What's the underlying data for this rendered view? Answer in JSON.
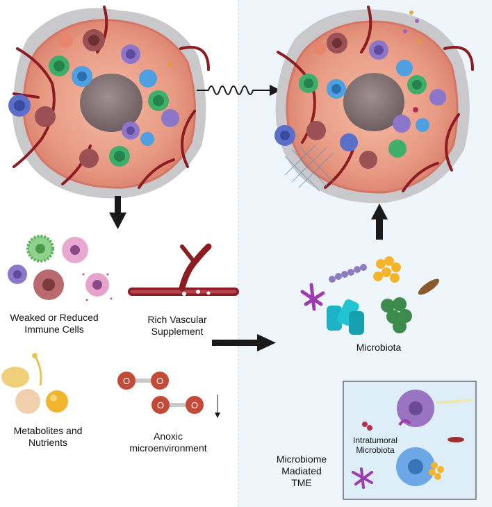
{
  "labels": {
    "immune_line1": "Weaked or Reduced",
    "immune_line2": "Immune Cells",
    "vascular_line1": "Rich Vascular",
    "vascular_line2": "Supplement",
    "metabolites_line1": "Metabolites and",
    "metabolites_line2": "Nutrients",
    "anoxic_line1": "Anoxic",
    "anoxic_line2": "microenvironment",
    "microbiota": "Microbiota",
    "intratumoral_line1": "Intratumoral",
    "intratumoral_line2": "Microbiota",
    "tme_line1": "Microbiome",
    "tme_line2": "Madiated",
    "tme_line3": "TME"
  },
  "oxygen": {
    "atom": "O"
  },
  "colors": {
    "panel_bg": "#eef6fc",
    "tumor_flesh": "#e8a08a",
    "vessel": "#8a1c22",
    "nucleus": "#8c7a7c",
    "arrow": "#1a1a1a"
  }
}
